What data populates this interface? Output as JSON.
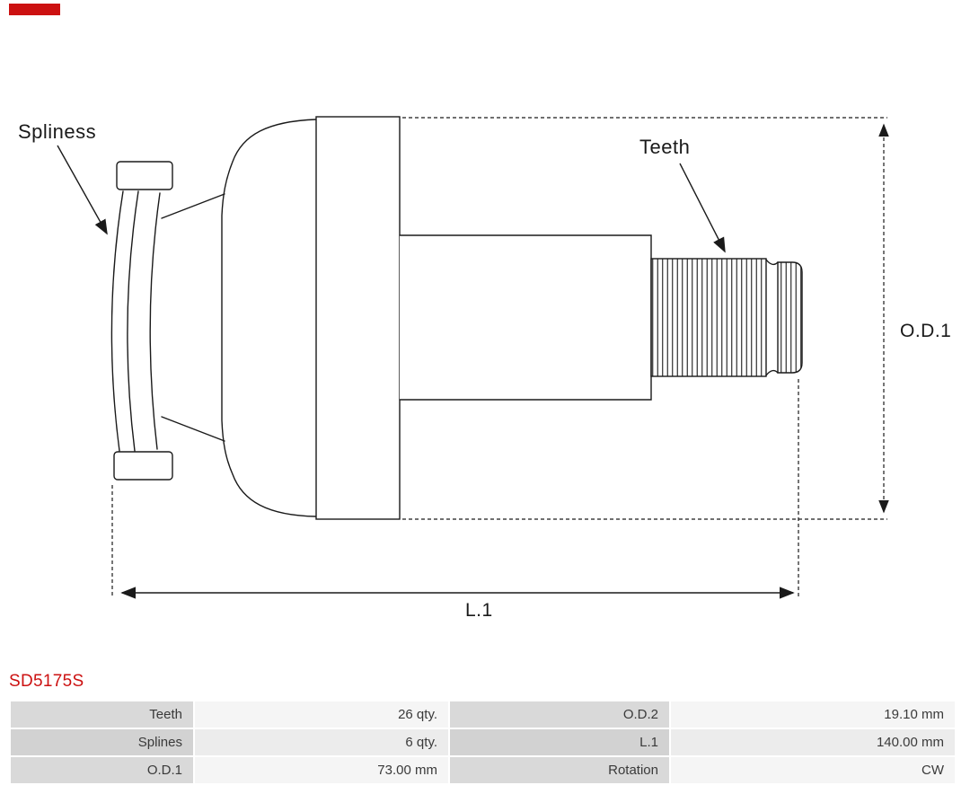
{
  "theme": {
    "accent_red": "#cc1111",
    "line_color": "#1a1a1a",
    "table_label_bg": "#d9d9d9",
    "table_value_bg": "#f5f5f5",
    "table_text": "#3a3a3a"
  },
  "diagram": {
    "labels": {
      "spliness": "Spliness",
      "teeth": "Teeth",
      "od1": "O.D.1",
      "l1": "L.1"
    }
  },
  "part_number": "SD5175S",
  "table": {
    "rows": [
      {
        "label1": "Teeth",
        "value1": "26 qty.",
        "label2": "O.D.2",
        "value2": "19.10 mm"
      },
      {
        "label1": "Splines",
        "value1": "6 qty.",
        "label2": "L.1",
        "value2": "140.00 mm"
      },
      {
        "label1": "O.D.1",
        "value1": "73.00 mm",
        "label2": "Rotation",
        "value2": "CW"
      }
    ]
  }
}
